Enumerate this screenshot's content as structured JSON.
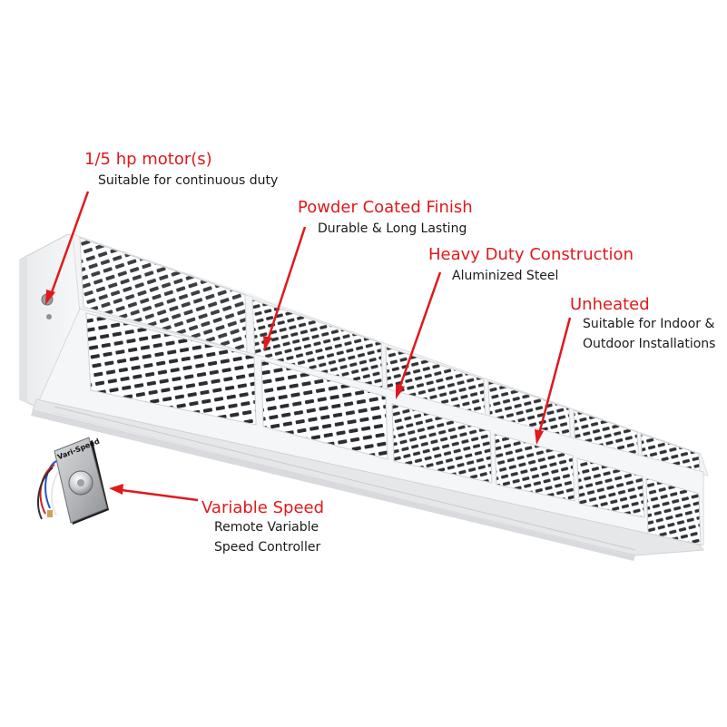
{
  "callouts": {
    "motor": {
      "title": "1/5 hp motor(s)",
      "subtitle": "Suitable for continuous duty"
    },
    "finish": {
      "title": "Powder Coated Finish",
      "subtitle": "Durable & Long Lasting"
    },
    "construction": {
      "title": "Heavy Duty Construction",
      "subtitle": "Aluminized Steel"
    },
    "unheated": {
      "title": "Unheated",
      "subtitle_line1": "Suitable for Indoor &",
      "subtitle_line2": "Outdoor Installations"
    },
    "speed": {
      "title": "Variable Speed",
      "subtitle_line1": "Remote Variable",
      "subtitle_line2": "Speed Controller"
    }
  },
  "controller": {
    "label": "Vari-Speed"
  },
  "colors": {
    "accent": "#e0191b",
    "text": "#1a1a1a",
    "unit_body": "#f1f2f3"
  },
  "product": {
    "type": "air-curtain",
    "icon": "air-curtain-unit"
  }
}
